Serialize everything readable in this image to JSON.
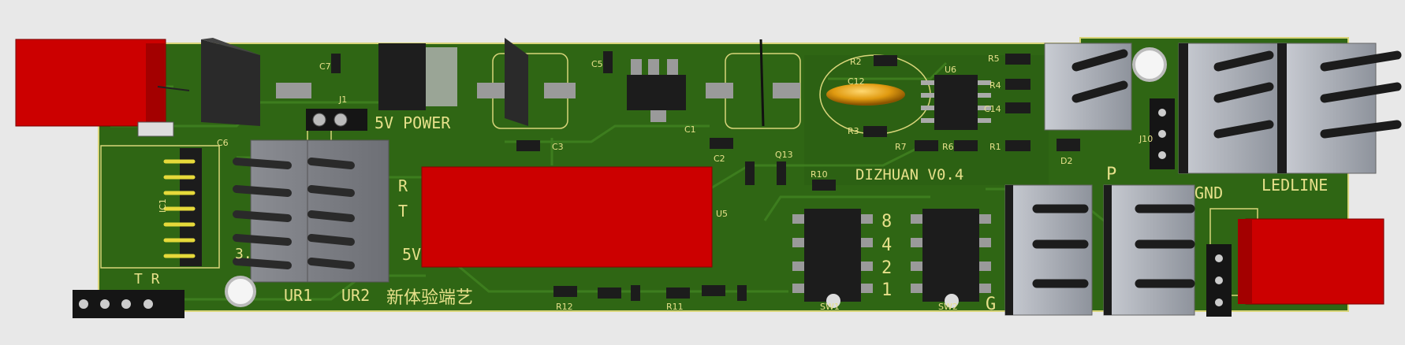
{
  "board": {
    "colors": {
      "background": "#e8e8e8",
      "pcb": "#2f6614",
      "pcb_dark": "#24520f",
      "trace": "#3e7e20",
      "silkscreen": "#e6e08a",
      "red_component": "#cc0000",
      "black_component": "#1c1c1c",
      "pad": "#9a9a9a",
      "heatsink": "#a6aab2"
    },
    "labels": {
      "power": "5V POWER",
      "version": "DIZHUAN V0.4",
      "tr": "T   R",
      "r": "R",
      "t": "T",
      "five_v": "5V",
      "three": "3.",
      "ur1": "UR1",
      "ur2": "UR2",
      "chinese": "新体验端艺",
      "p": "P",
      "gnd": "GND",
      "ledline": "LEDLINE",
      "g": "G",
      "n8": "8",
      "n4": "4",
      "n2": "2",
      "n1": "1"
    },
    "refs": {
      "r2": "R2",
      "r5": "R5",
      "u6": "U6",
      "c12": "C12",
      "r4": "R4",
      "c14": "C14",
      "r3": "R3",
      "r7": "R7",
      "r6": "R6",
      "r1": "R1",
      "d2": "D2",
      "c7": "C7",
      "j1": "J1",
      "c5": "C5",
      "c1": "C1",
      "c6": "C6",
      "c3": "C3",
      "c2": "C2",
      "q13": "Q13",
      "r10": "R10",
      "u5": "U5",
      "r12": "R12",
      "r11": "R11",
      "sw1": "SW1",
      "sw2": "SW2",
      "j10": "J10",
      "ic1": "IC1"
    }
  }
}
